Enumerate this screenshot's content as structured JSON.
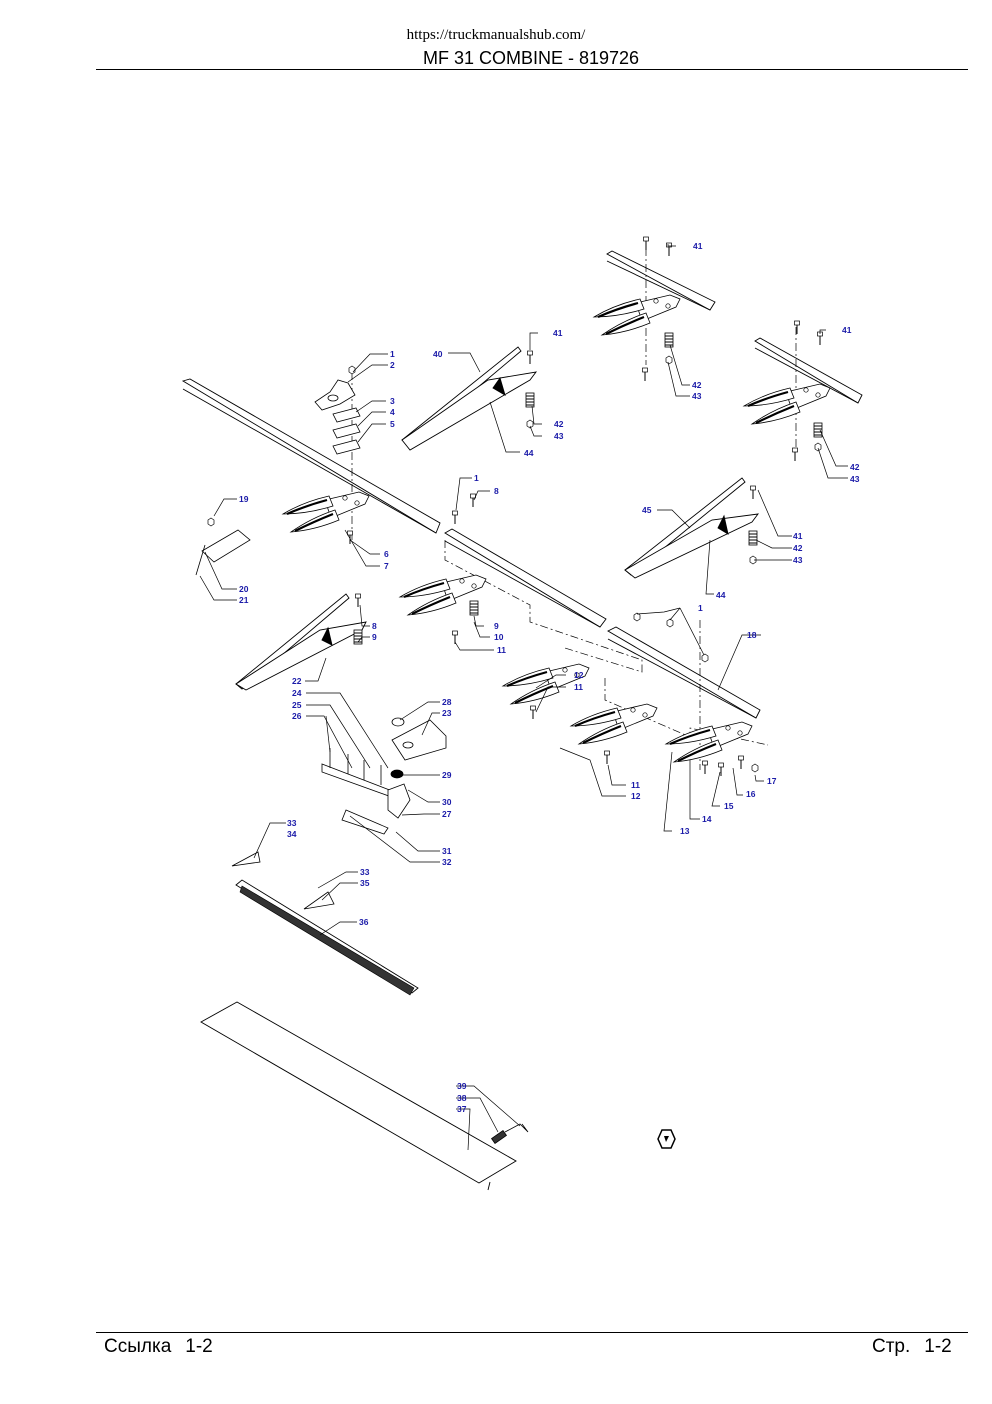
{
  "header": {
    "url": "https://truckmanualshub.com/",
    "title": "MF 31 COMBINE - 819726"
  },
  "footer": {
    "ref_label": "Ссылка",
    "ref_value": "1-2",
    "page_label": "Стр.",
    "page_value": "1-2"
  },
  "diagram": {
    "labels": {
      "l1a": "1",
      "l2": "2",
      "l3": "3",
      "l4": "4",
      "l5": "5",
      "l6": "6",
      "l7": "7",
      "l1b": "1",
      "l8a": "8",
      "l8b": "8",
      "l9a": "9",
      "l9b": "9",
      "l10": "10",
      "l11a": "11",
      "l11b": "11",
      "l11c": "11",
      "l12a": "12",
      "l12b": "12",
      "l13": "13",
      "l14": "14",
      "l15": "15",
      "l16": "16",
      "l17": "17",
      "l18": "18",
      "l1c": "1",
      "l19": "19",
      "l20": "20",
      "l21": "21",
      "l22": "22",
      "l23": "23",
      "l24": "24",
      "l25": "25",
      "l26": "26",
      "l27": "27",
      "l28": "28",
      "l29": "29",
      "l30": "30",
      "l31": "31",
      "l32": "32",
      "l33a": "33",
      "l34": "34",
      "l33b": "33",
      "l35": "35",
      "l36": "36",
      "l37": "37",
      "l38": "38",
      "l39": "39",
      "l40": "40",
      "l41a": "41",
      "l41b": "41",
      "l41c": "41",
      "l41d": "41",
      "l42a": "42",
      "l42b": "42",
      "l42c": "42",
      "l42d": "42",
      "l43a": "43",
      "l43b": "43",
      "l43c": "43",
      "l43d": "43",
      "l44a": "44",
      "l44b": "44",
      "l45": "45"
    }
  }
}
